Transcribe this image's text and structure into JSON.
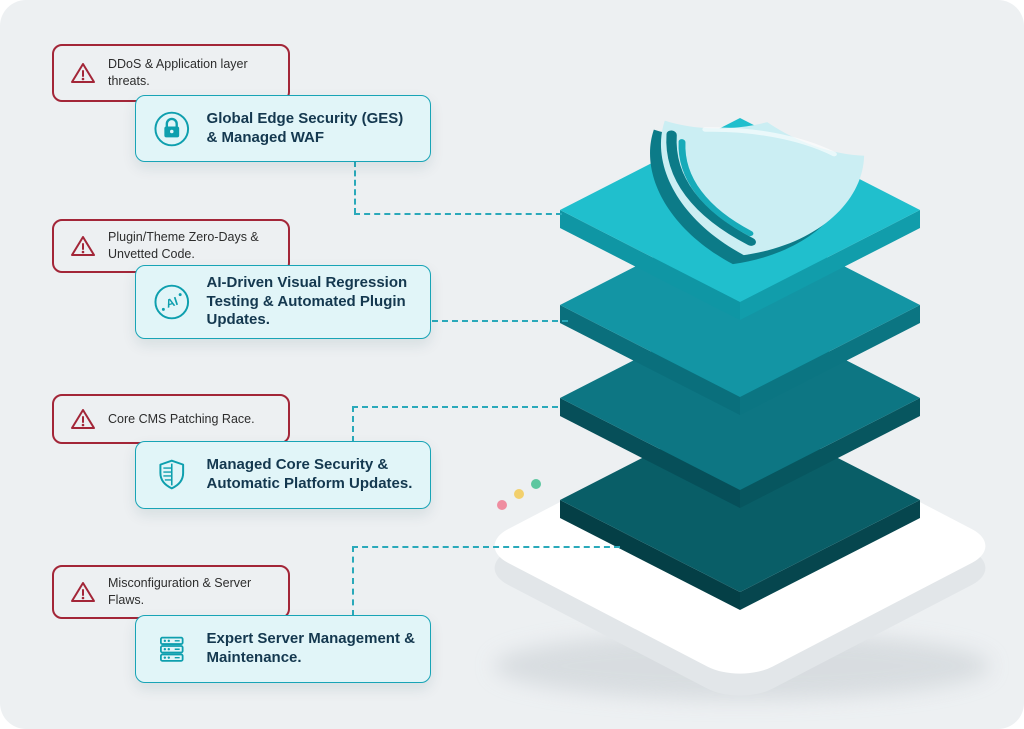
{
  "groups": [
    {
      "threat": "DDoS & Application layer threats.",
      "solution": "Global Edge Security (GES) & Managed WAF",
      "icon": "lock-icon"
    },
    {
      "threat": "Plugin/Theme Zero-Days & Unvetted Code.",
      "solution": "AI-Driven Visual Regression Testing & Automated Plugin Updates.",
      "icon": "ai-testing-icon"
    },
    {
      "threat": "Core CMS Patching Race.",
      "solution": "Managed Core Security & Automatic Platform Updates.",
      "icon": "shield-check-icon"
    },
    {
      "threat": "Misconfiguration & Server Flaws.",
      "solution": "Expert Server Management & Maintenance.",
      "icon": "server-icon"
    }
  ],
  "stack": {
    "layer_count": 4,
    "layers": [
      {
        "color": "#20bfcd"
      },
      {
        "color": "#1395a4"
      },
      {
        "color": "#0d7683"
      },
      {
        "color": "#095e67"
      }
    ],
    "topper": "shield",
    "base_dots": [
      "#ef8da0",
      "#f2d06d",
      "#5cc7a0"
    ]
  },
  "colors": {
    "canvas_bg": "#edf0f2",
    "threat_border": "#a32638",
    "solution_bg": "#e1f5f8",
    "solution_border": "#18a4b6",
    "solution_text": "#14384f",
    "connector": "#2aa9ba",
    "base": "#ffffff"
  }
}
